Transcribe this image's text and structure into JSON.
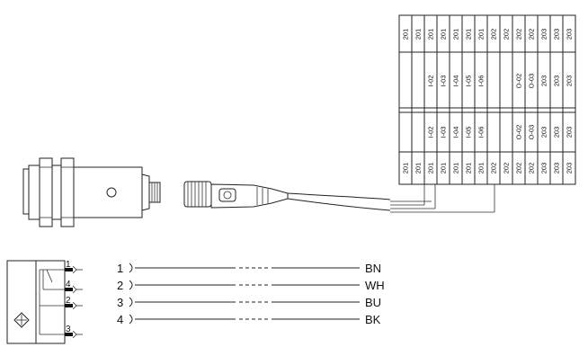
{
  "terminal_table": {
    "columns": [
      {
        "top_id": "201",
        "upper_label": "",
        "lower_label": "",
        "bottom_id": "201"
      },
      {
        "top_id": "201",
        "upper_label": "",
        "lower_label": "",
        "bottom_id": "201"
      },
      {
        "top_id": "201",
        "upper_label": "I-02",
        "lower_label": "I-02",
        "bottom_id": "201"
      },
      {
        "top_id": "201",
        "upper_label": "I-03",
        "lower_label": "I-03",
        "bottom_id": "201"
      },
      {
        "top_id": "201",
        "upper_label": "I-04",
        "lower_label": "I-04",
        "bottom_id": "201"
      },
      {
        "top_id": "201",
        "upper_label": "I-05",
        "lower_label": "I-05",
        "bottom_id": "201"
      },
      {
        "top_id": "201",
        "upper_label": "I-06",
        "lower_label": "I-06",
        "bottom_id": "201"
      },
      {
        "top_id": "202",
        "upper_label": "",
        "lower_label": "",
        "bottom_id": "202"
      },
      {
        "top_id": "202",
        "upper_label": "",
        "lower_label": "",
        "bottom_id": "202"
      },
      {
        "top_id": "202",
        "upper_label": "O-02",
        "lower_label": "O-02",
        "bottom_id": "202"
      },
      {
        "top_id": "202",
        "upper_label": "O-03",
        "lower_label": "O-03",
        "bottom_id": "202"
      },
      {
        "top_id": "203",
        "upper_label": "203",
        "lower_label": "203",
        "bottom_id": "203"
      },
      {
        "top_id": "203",
        "upper_label": "203",
        "lower_label": "203",
        "bottom_id": "203"
      },
      {
        "top_id": "203",
        "upper_label": "203",
        "lower_label": "203",
        "bottom_id": "203"
      }
    ]
  },
  "sensor_pins": [
    "1",
    "4",
    "2",
    "3"
  ],
  "wires": [
    {
      "number": "1",
      "color_code": "BN"
    },
    {
      "number": "2",
      "color_code": "WH"
    },
    {
      "number": "3",
      "color_code": "BU"
    },
    {
      "number": "4",
      "color_code": "BK"
    }
  ]
}
